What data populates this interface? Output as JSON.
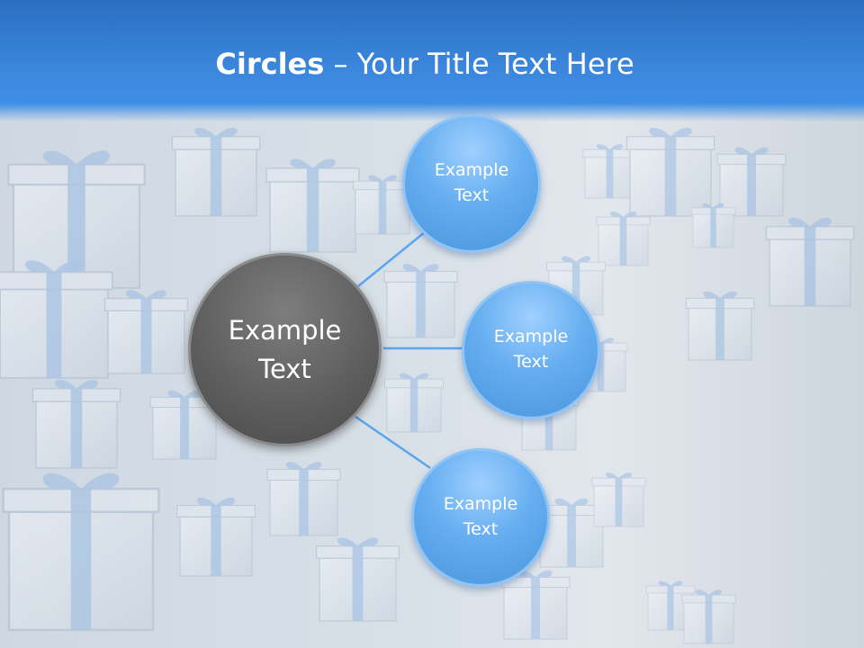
{
  "slide": {
    "title_bold": "Circles",
    "title_rest": " – Your Title Text Here"
  },
  "diagram": {
    "center": {
      "label_line1": "Example",
      "label_line2": "Text"
    },
    "satellites": [
      {
        "label_line1": "Example",
        "label_line2": "Text"
      },
      {
        "label_line1": "Example",
        "label_line2": "Text"
      },
      {
        "label_line1": "Example",
        "label_line2": "Text"
      }
    ]
  },
  "colors": {
    "header_blue": "#3a86dc",
    "center_circle": "#5f5f5f",
    "satellite_circle": "#66aef0",
    "connector": "#5aa6ee"
  }
}
